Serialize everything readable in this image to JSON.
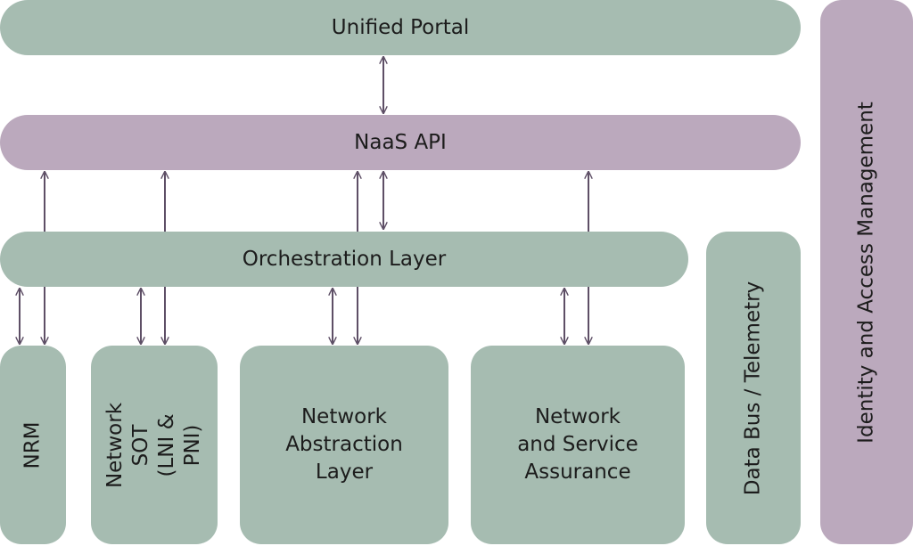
{
  "colors": {
    "green": "#a6bcb1",
    "purple": "#bba9bd",
    "arrow": "#5e4f66",
    "text": "#1c1c1c"
  },
  "diagram": {
    "unified_portal": "Unified Portal",
    "naas_api": "NaaS API",
    "orchestration_layer": "Orchestration Layer",
    "nrm": "NRM",
    "network_sot": "Network SOT\n(LNI & PNI)",
    "network_abstraction": "Network\nAbstraction\nLayer",
    "network_assurance": "Network\nand Service\nAssurance",
    "data_bus": "Data Bus / Telemetry",
    "iam": "Identity and Access Management"
  },
  "connections": [
    {
      "from": "unified_portal",
      "to": "naas_api",
      "style": "bidirectional"
    },
    {
      "from": "naas_api",
      "to": "orchestration_layer",
      "style": "bidirectional"
    },
    {
      "from": "naas_api",
      "to": "nrm",
      "style": "bidirectional"
    },
    {
      "from": "naas_api",
      "to": "network_sot",
      "style": "bidirectional"
    },
    {
      "from": "naas_api",
      "to": "network_abstraction",
      "style": "bidirectional"
    },
    {
      "from": "naas_api",
      "to": "network_assurance",
      "style": "bidirectional"
    },
    {
      "from": "orchestration_layer",
      "to": "nrm",
      "style": "bidirectional"
    },
    {
      "from": "orchestration_layer",
      "to": "network_sot",
      "style": "bidirectional"
    },
    {
      "from": "orchestration_layer",
      "to": "network_abstraction",
      "style": "bidirectional"
    },
    {
      "from": "orchestration_layer",
      "to": "network_assurance",
      "style": "bidirectional"
    }
  ]
}
